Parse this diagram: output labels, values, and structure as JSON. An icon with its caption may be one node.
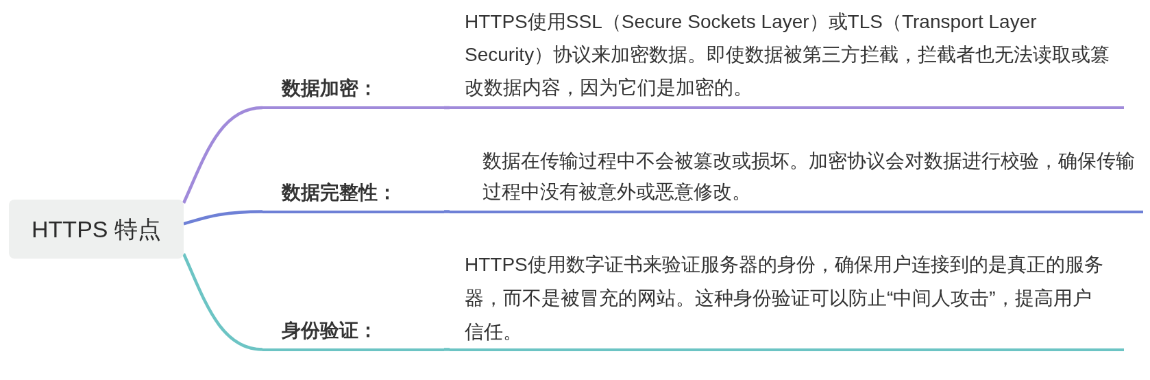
{
  "diagram": {
    "nodes": [
      {
        "text": [
          "HTTPS 特点"
        ]
      },
      {
        "text": [
          "数据加密："
        ]
      },
      {
        "text": [
          "HTTPS使用SSL（Secure Sockets Layer）或TLS（Transport Layer Security）协议来加密数据。即使数据被第三方拦截，拦截者也无法读取或篡改数据内容，因为它们是加密的。"
        ]
      },
      {
        "text": [
          "数据完整性："
        ]
      },
      {
        "text": [
          "数据在传输过程中不会被篡改或损坏。加密协议会对数据进行校验，确保传输过程中没有被意外或恶意修改。"
        ]
      },
      {
        "text": [
          "身份验证："
        ]
      },
      {
        "text": [
          "HTTPS使用数字证书来验证服务器的身份，确保用户连接到的是真正的服务器，而不是被冒充的网站。这种身份验证可以防止“中间人攻击”，提高用户信任。"
        ]
      }
    ],
    "edges": [
      {
        "from": 0,
        "to": 1,
        "arrow": "none",
        "color": "#a08ada"
      },
      {
        "from": 1,
        "to": 2,
        "arrow": "none",
        "color": "#a08ada"
      },
      {
        "from": 0,
        "to": 3,
        "arrow": "none",
        "color": "#6e80d6"
      },
      {
        "from": 3,
        "to": 4,
        "arrow": "none",
        "color": "#6e80d6"
      },
      {
        "from": 0,
        "to": 5,
        "arrow": "none",
        "color": "#6cc4c4"
      },
      {
        "from": 5,
        "to": 6,
        "arrow": "none",
        "color": "#6cc4c4"
      }
    ]
  }
}
